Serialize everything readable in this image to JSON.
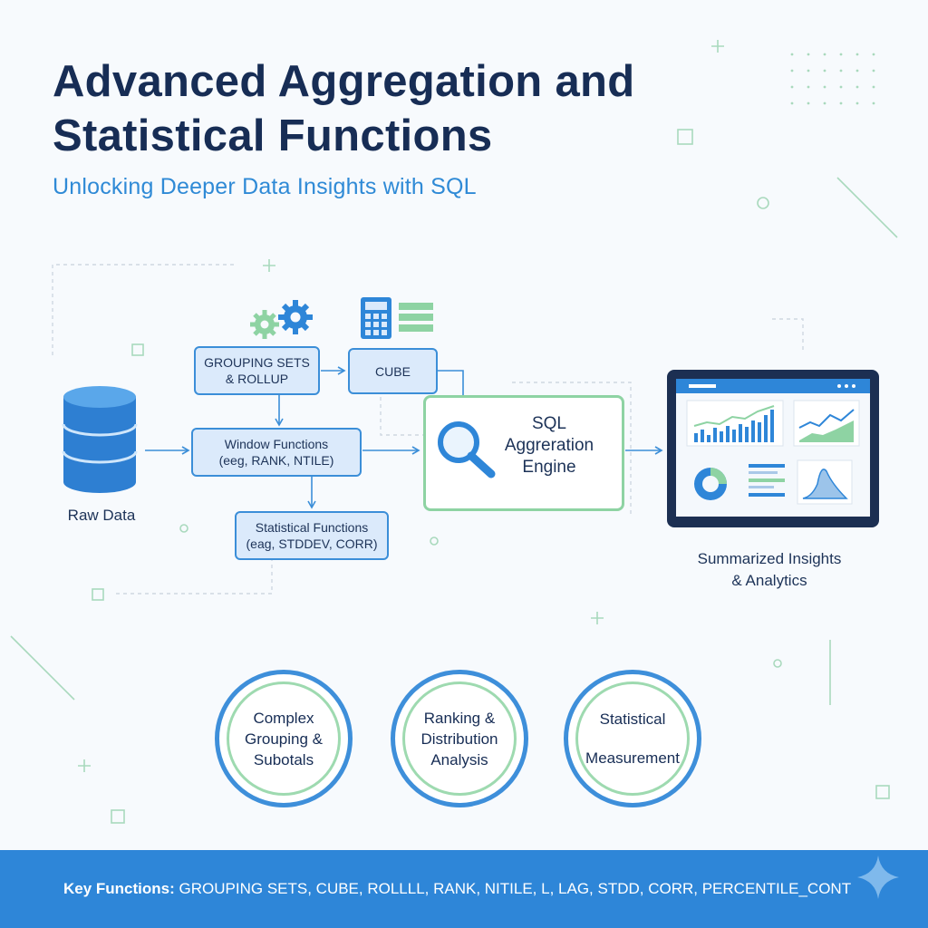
{
  "header": {
    "title": "Advanced Aggregation and Statistical Functions",
    "subtitle": "Unlocking Deeper Data Insights with SQL"
  },
  "diagram": {
    "raw_data": "Raw Data",
    "grouping_box": {
      "line1": "GROUPING SETS",
      "line2": "& ROLLUP"
    },
    "cube_box": "CUBE",
    "window_box": {
      "line1": "Window Functions",
      "line2": "(eeg, RANK, NTILE)"
    },
    "stats_box": {
      "line1": "Statistical Functions",
      "line2": "(eag, STDDEV, CORR)"
    },
    "engine": {
      "line1": "SQL",
      "line2": "Aggreration",
      "line3": "Engine"
    },
    "output": {
      "line1": "Summarized Insights",
      "line2": "& Analytics"
    }
  },
  "highlights": [
    {
      "line1": "Complex",
      "line2": "Grouping &",
      "line3": "Subotals"
    },
    {
      "line1": "Ranking &",
      "line2": "Distribution",
      "line3": "Analysis"
    },
    {
      "line1": "Statistical",
      "line2": "",
      "line3": "Measurement"
    }
  ],
  "footer": {
    "label": "Key Functions:",
    "functions": "GROUPING SETS, CUBE, ROLLLL, RANK, NITILE, L, LAG, STDD, CORR, PERCENTILE_CONT"
  },
  "colors": {
    "navy": "#172d55",
    "accent_blue": "#2e86d8",
    "box_fill": "#dbeafb",
    "accent_green": "#8ed3a3"
  }
}
